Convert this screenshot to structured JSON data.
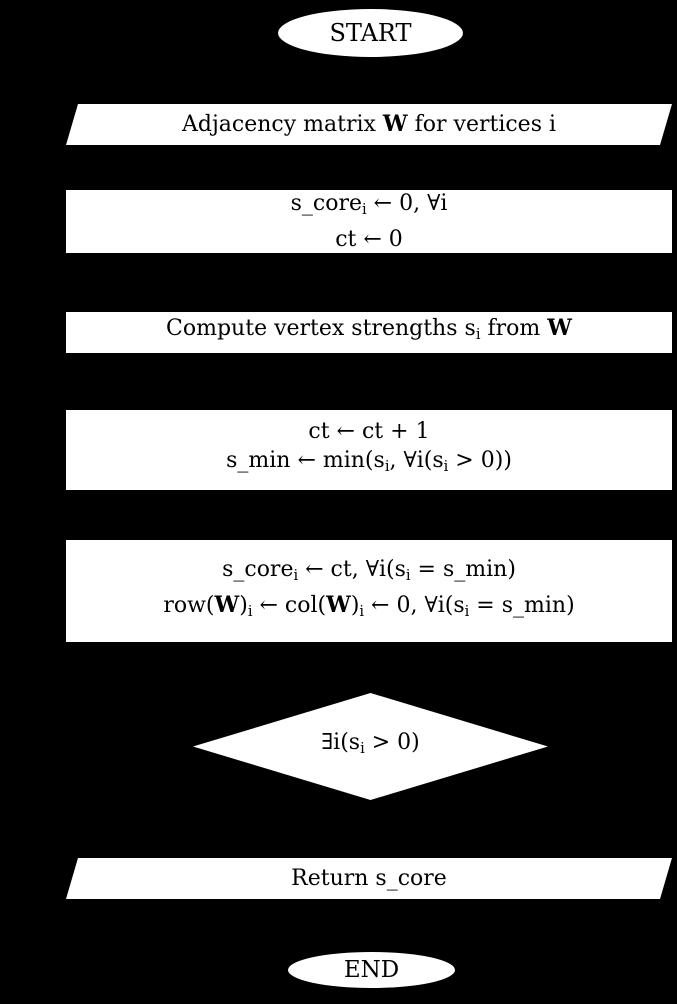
{
  "canvas": {
    "background_color": "#000000",
    "node_fill_color": "#ffffff",
    "text_color": "#000000"
  },
  "flowchart": {
    "nodes": {
      "start": {
        "type": "terminator",
        "lines": [
          [
            {
              "text": "START"
            }
          ]
        ]
      },
      "input_adjacency": {
        "type": "io",
        "lines": [
          [
            {
              "text": "Adjacency matrix "
            },
            {
              "text": "W",
              "bold": true
            },
            {
              "text": " for vertices i"
            }
          ]
        ]
      },
      "init": {
        "type": "process",
        "lines": [
          [
            {
              "text": "s_core"
            },
            {
              "text": "i",
              "sub": true
            },
            {
              "text": " ← 0, ∀i"
            }
          ],
          [
            {
              "text": "ct ← 0"
            }
          ]
        ]
      },
      "compute_strengths": {
        "type": "process",
        "lines": [
          [
            {
              "text": "Compute vertex strengths s"
            },
            {
              "text": "i",
              "sub": true
            },
            {
              "text": " from "
            },
            {
              "text": "W",
              "bold": true
            }
          ]
        ]
      },
      "increment": {
        "type": "process",
        "lines": [
          [
            {
              "text": "ct ← ct + 1"
            }
          ],
          [
            {
              "text": "s_min ← min(s"
            },
            {
              "text": "i",
              "sub": true
            },
            {
              "text": ", ∀i(s"
            },
            {
              "text": "i",
              "sub": true
            },
            {
              "text": " > 0))"
            }
          ]
        ]
      },
      "assign_core": {
        "type": "process",
        "lines": [
          [
            {
              "text": "s_core"
            },
            {
              "text": "i",
              "sub": true
            },
            {
              "text": " ← ct, ∀i(s"
            },
            {
              "text": "i",
              "sub": true
            },
            {
              "text": " = s_min)"
            }
          ],
          [
            {
              "text": "row("
            },
            {
              "text": "W",
              "bold": true
            },
            {
              "text": ")"
            },
            {
              "text": "i",
              "sub": true
            },
            {
              "text": " ← col("
            },
            {
              "text": "W",
              "bold": true
            },
            {
              "text": ")"
            },
            {
              "text": "i",
              "sub": true
            },
            {
              "text": " ← 0, ∀i(s"
            },
            {
              "text": "i",
              "sub": true
            },
            {
              "text": " = s_min)"
            }
          ]
        ]
      },
      "decision_remaining": {
        "type": "decision",
        "lines": [
          [
            {
              "text": "∃i(s"
            },
            {
              "text": "i",
              "sub": true
            },
            {
              "text": " > 0)"
            }
          ]
        ]
      },
      "return_score": {
        "type": "io",
        "lines": [
          [
            {
              "text": "Return s_core"
            }
          ]
        ]
      },
      "end": {
        "type": "terminator",
        "lines": [
          [
            {
              "text": "END"
            }
          ]
        ]
      }
    }
  }
}
